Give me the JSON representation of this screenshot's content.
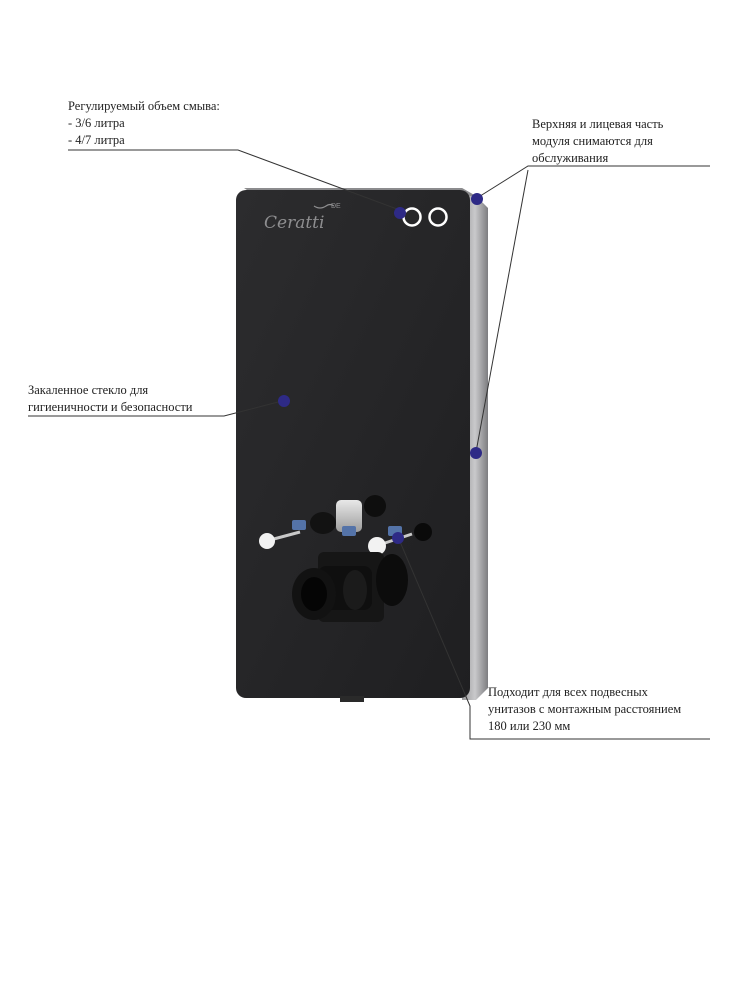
{
  "product": {
    "brand": "Ceratti",
    "accent_color": "#2e2a86",
    "panel_color": "#262628",
    "button_color": "#ffffff"
  },
  "callouts": {
    "flush": {
      "line1": "Регулируемый объем смыва:",
      "line2": "- 3/6 литра",
      "line3": "- 4/7 литра"
    },
    "removable": {
      "line1": "Верхняя и лицевая часть",
      "line2": "модуля снимаются для",
      "line3": "обслуживания"
    },
    "glass": {
      "line1": "Закаленное стекло для",
      "line2": "гигиеничности и безопасности"
    },
    "compat": {
      "line1": "Подходит для всех подвесных",
      "line2": "унитазов с монтажным расстоянием",
      "line3": "180 или 230 мм"
    }
  }
}
